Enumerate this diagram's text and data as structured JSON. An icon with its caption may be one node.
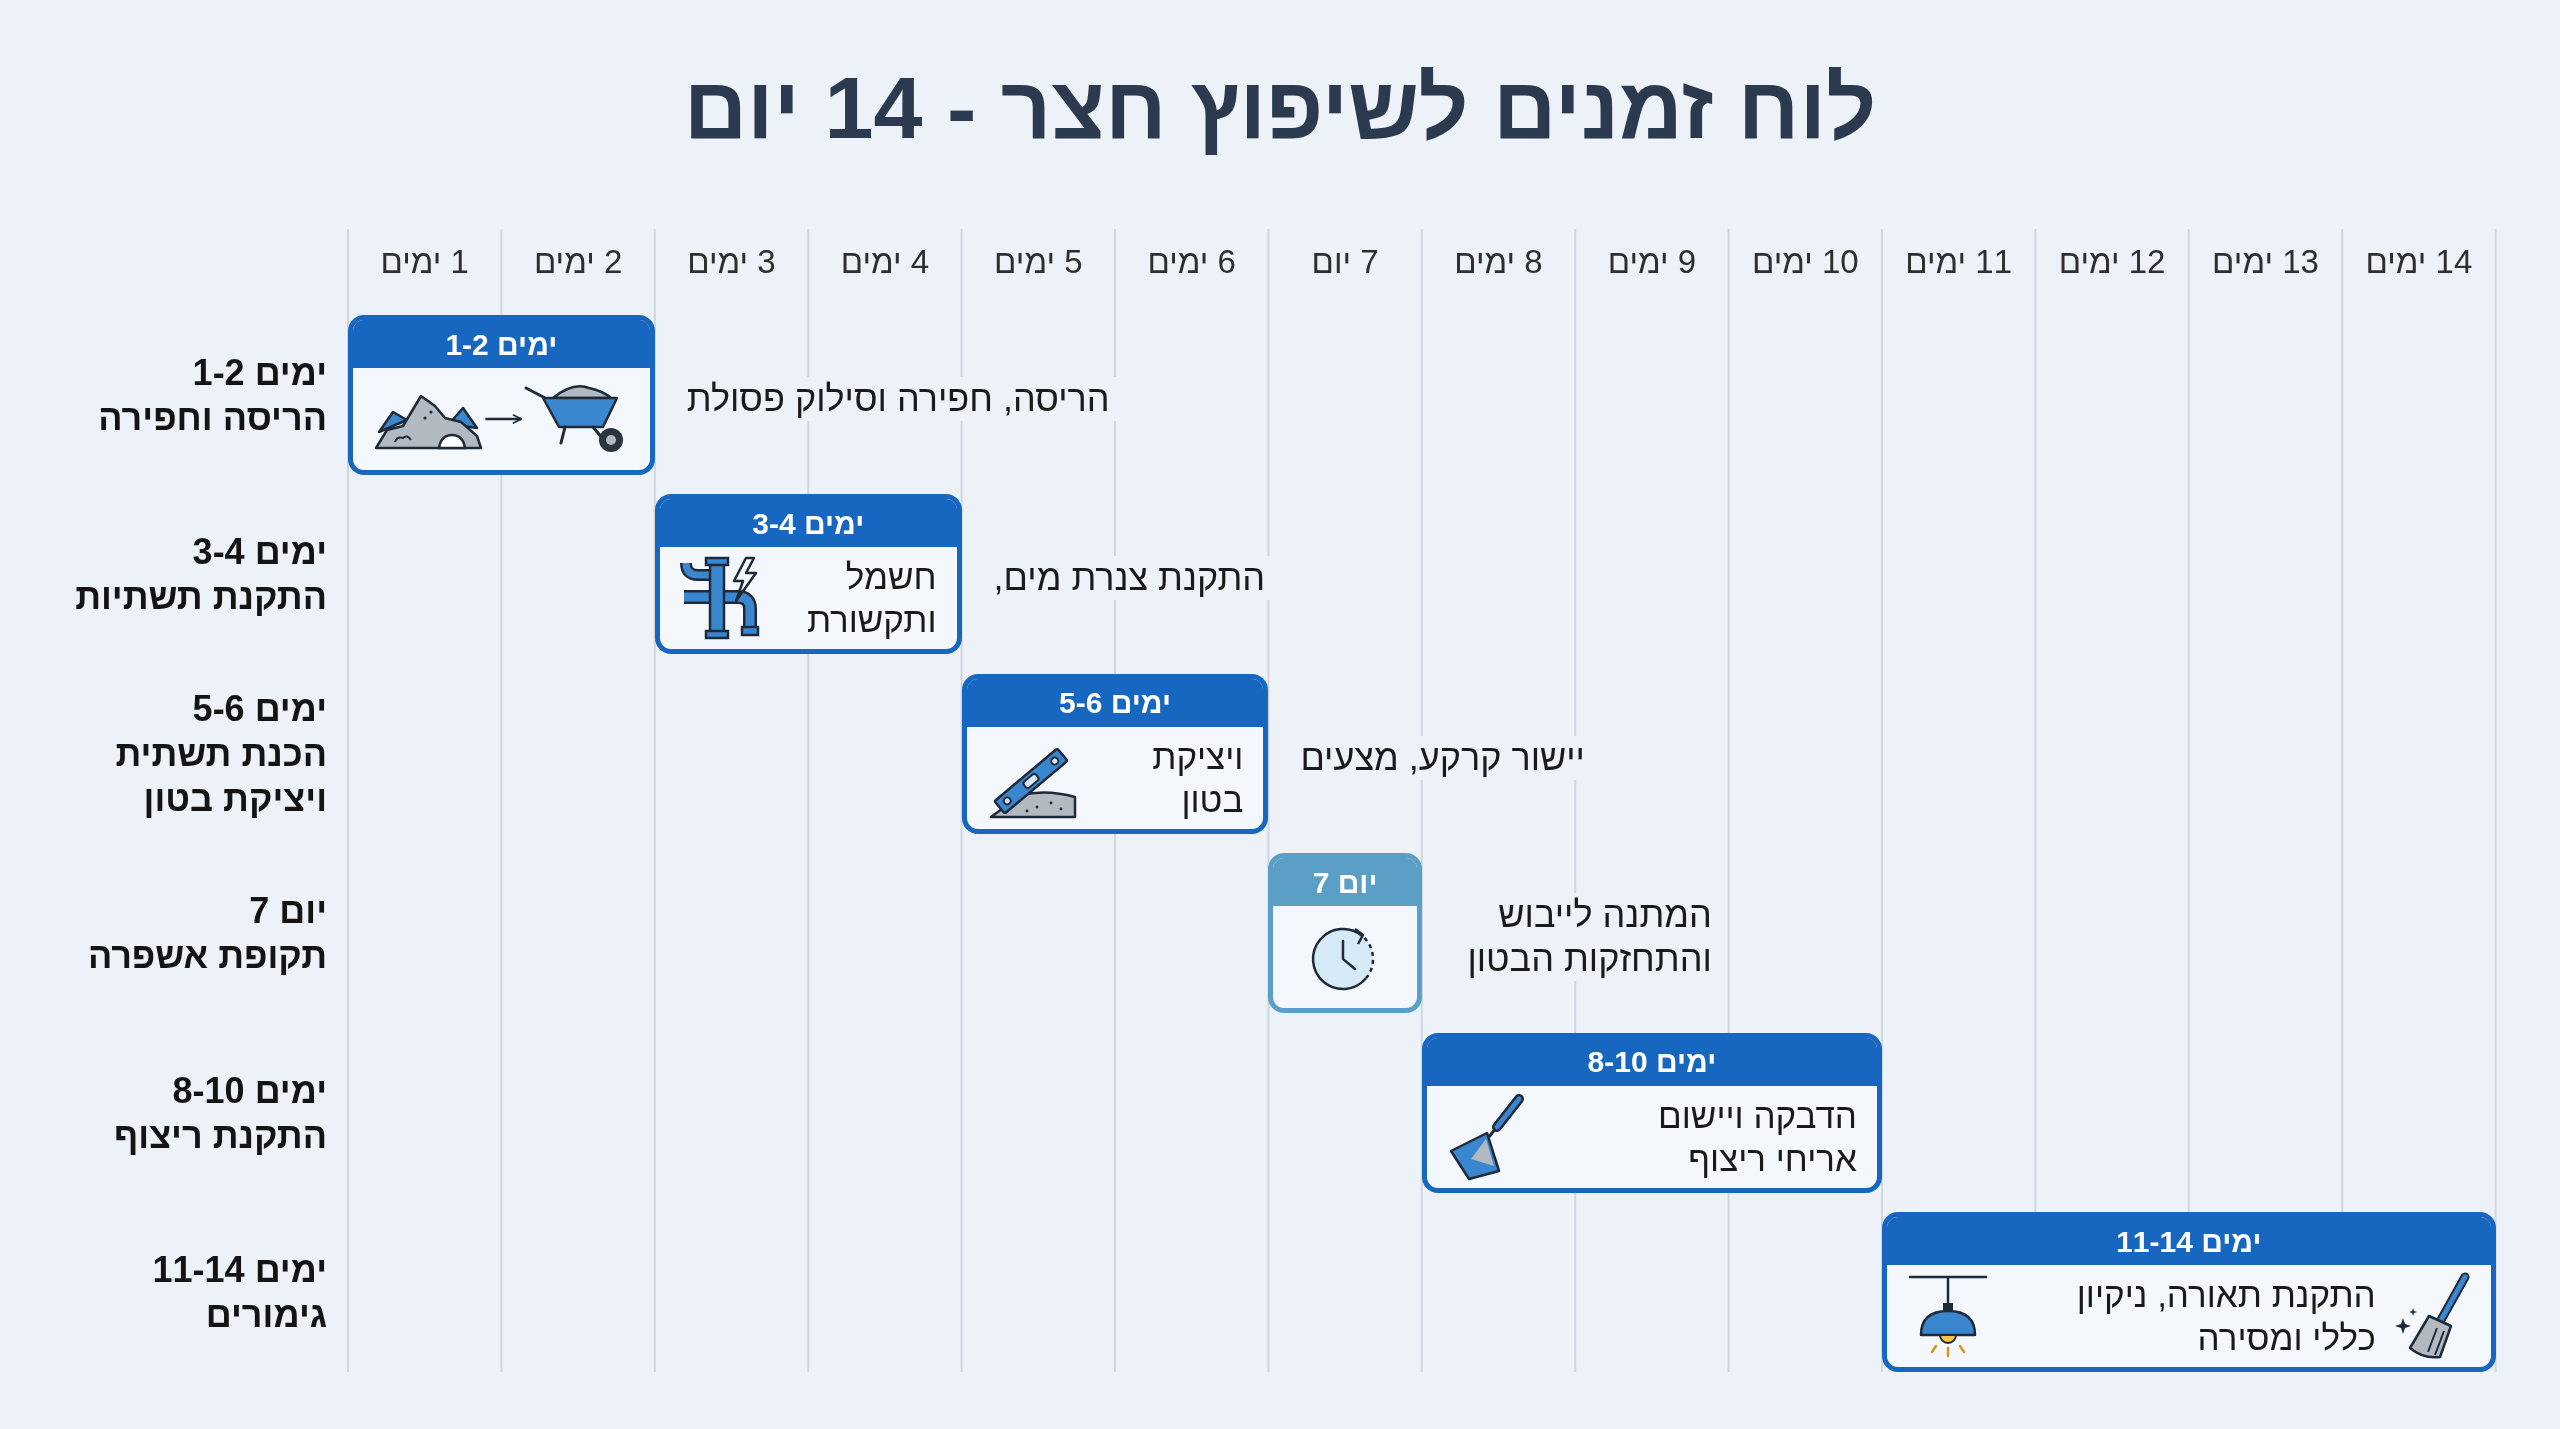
{
  "diagram": {
    "title": "לוח זמנים לשיפוץ חצר - 14 יום",
    "nodes": [
      {
        "text": [
          "ימים 1-2"
        ],
        "beside": [
          "הריסה, חפירה וסילוק פסולת"
        ]
      },
      {
        "text": [],
        "shape": "picture",
        "in": 0
      },
      {
        "text": [],
        "shape": "picture",
        "in": 0
      },
      {
        "text": [
          "ימים 3-4",
          "חשמל ותקשורת"
        ],
        "beside": [
          "התקנת צנרת מים,"
        ]
      },
      {
        "text": [
          "ימים 5-6",
          "ויציקת בטון"
        ],
        "beside": [
          "יישור קרקע, מצעים"
        ]
      },
      {
        "text": [
          "יום 7"
        ],
        "beside": [
          "המתנה לייבוש והתחזקות הבטון"
        ]
      },
      {
        "text": [
          "ימים 8-10",
          "הדבקה ויישום אריחי ריצוף"
        ]
      },
      {
        "text": [
          "ימים 11-14",
          "התקנת תאורה, ניקיון כללי ומסירה"
        ]
      }
    ],
    "edges": [
      {
        "from": 1,
        "to": 2,
        "arrow": "to"
      }
    ],
    "labels": [
      "1 ימים",
      "2 ימים",
      "3 ימים",
      "4 ימים",
      "5 ימים",
      "6 ימים",
      "7 יום",
      "8 ימים",
      "9 ימים",
      "10 ימים",
      "11 ימים",
      "12 ימים",
      "13 ימים",
      "14 ימים",
      "ימים 1-2",
      "הריסה וחפירה",
      "ימים 3-4",
      "התקנת תשתיות",
      "ימים 5-6",
      "הכנת תשתית ויציקת בטון",
      "יום 7",
      "תקופת אשפרה",
      "ימים 8-10",
      "התקנת ריצוף",
      "ימים 11-14",
      "גימורים"
    ]
  }
}
